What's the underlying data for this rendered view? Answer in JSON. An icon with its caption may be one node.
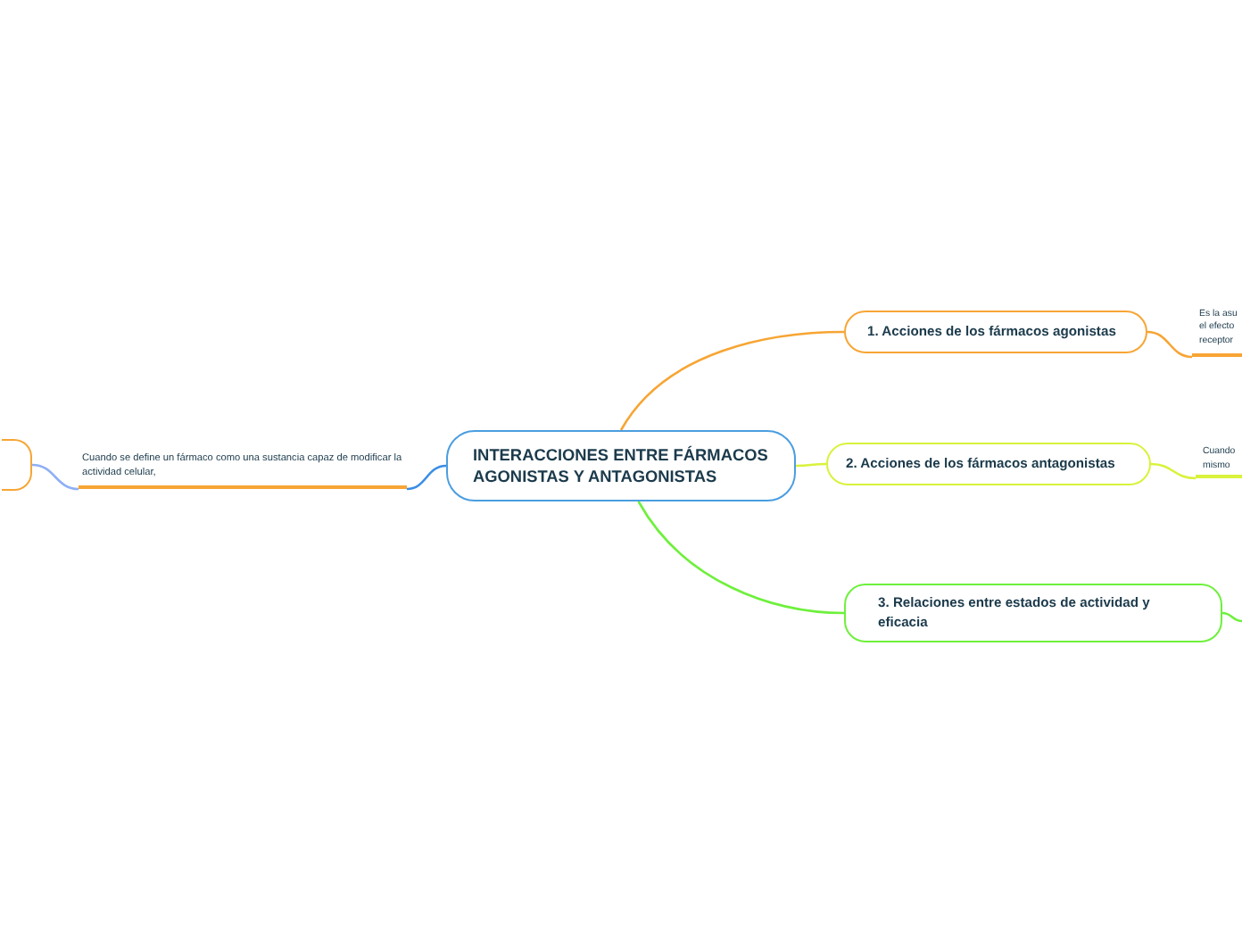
{
  "diagram": {
    "nodes": [
      {
        "text": [
          "INTERACCIONES ENTRE FÁRMACOS AGONISTAS Y ANTAGONISTAS"
        ]
      },
      {
        "text": [
          "1. Acciones de los fármacos agonistas"
        ]
      },
      {
        "text": [
          "2. Acciones de los fármacos antagonistas"
        ]
      },
      {
        "text": [
          "3. Relaciones entre estados de actividad y eficacia"
        ]
      },
      {
        "text": [
          "Cuando se define un fármaco como una sustancia capaz de modificar la actividad celular,"
        ]
      },
      {
        "text": [],
        "shape": "box"
      },
      {
        "text": [
          "Es la asu el efecto receptor"
        ]
      },
      {
        "text": [
          "Cuando mismo"
        ]
      }
    ],
    "edges": [
      {
        "from": 0,
        "to": 1,
        "arrow": "none",
        "color": "#f7a534"
      },
      {
        "from": 0,
        "to": 2,
        "arrow": "none",
        "color": "#d9f23b"
      },
      {
        "from": 0,
        "to": 3,
        "arrow": "none",
        "color": "#6ef03c"
      },
      {
        "from": 0,
        "to": 4,
        "arrow": "none",
        "color": "#3a8ee6"
      },
      {
        "from": 4,
        "to": 5,
        "arrow": "none",
        "color": "#8fb0f5"
      },
      {
        "from": 1,
        "to": 6,
        "arrow": "none",
        "color": "#f7a534"
      },
      {
        "from": 2,
        "to": 7,
        "arrow": "none",
        "color": "#d9f23b"
      },
      {
        "from": 3,
        "to": null,
        "arrow": "none",
        "color": "#6ef03c"
      }
    ]
  }
}
